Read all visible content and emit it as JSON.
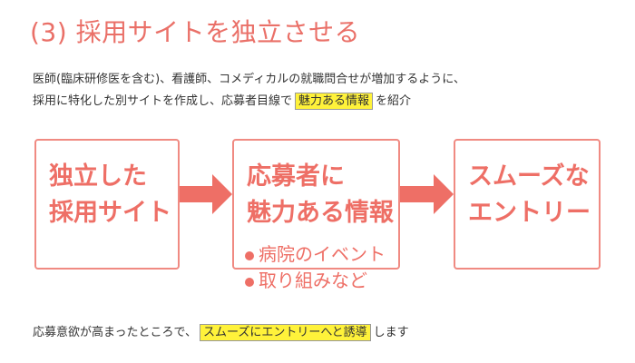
{
  "title": "(3) 採用サイトを独立させる",
  "intro": {
    "line1": "医師(臨床研修医を含む)、看護師、コメディカルの就職問合せが増加するように、",
    "line2_before": "採用に特化した別サイトを作成し、応募者目線で",
    "line2_highlight": "魅力ある情報",
    "line2_after": "を紹介"
  },
  "flow": [
    {
      "line1": "独立した",
      "line2": "採用サイト"
    },
    {
      "line1": "応募者に",
      "line2": "魅力ある情報"
    },
    {
      "line1": "スムーズな",
      "line2": "エントリー"
    }
  ],
  "bullets": [
    "病院のイベント",
    "取り組みなど"
  ],
  "footer": {
    "before": "応募意欲が高まったところで、",
    "highlight": "スムーズにエントリーへと誘導",
    "after": "します"
  },
  "colors": {
    "accent": "#ee6f66",
    "highlight": "#fff23a"
  }
}
